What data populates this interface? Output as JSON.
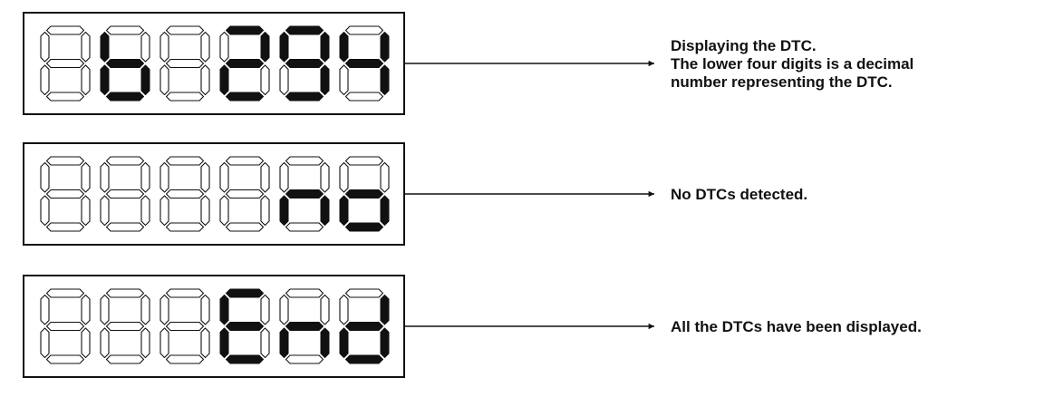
{
  "colors": {
    "segment_on": "#111111",
    "segment_off": "#ffffff",
    "outline": "#111111",
    "background": "#ffffff"
  },
  "displays": [
    {
      "id": "dtc-display",
      "digits": [
        {
          "on": []
        },
        {
          "on": [
            "c",
            "d",
            "e",
            "f",
            "g"
          ]
        },
        {
          "on": []
        },
        {
          "on": [
            "a",
            "b",
            "g",
            "e",
            "d"
          ]
        },
        {
          "on": [
            "a",
            "b",
            "c",
            "d",
            "f",
            "g"
          ]
        },
        {
          "on": [
            "b",
            "c",
            "f",
            "g"
          ]
        }
      ],
      "caption": [
        "Displaying the DTC.",
        "The lower four digits is a decimal",
        "number representing the DTC."
      ]
    },
    {
      "id": "no-dtc-display",
      "digits": [
        {
          "on": []
        },
        {
          "on": []
        },
        {
          "on": []
        },
        {
          "on": []
        },
        {
          "on": [
            "c",
            "e",
            "g"
          ]
        },
        {
          "on": [
            "c",
            "d",
            "e",
            "g"
          ]
        }
      ],
      "caption": [
        "No DTCs detected."
      ]
    },
    {
      "id": "end-display",
      "digits": [
        {
          "on": []
        },
        {
          "on": []
        },
        {
          "on": []
        },
        {
          "on": [
            "a",
            "d",
            "e",
            "f",
            "g"
          ]
        },
        {
          "on": [
            "c",
            "e",
            "g"
          ]
        },
        {
          "on": [
            "b",
            "c",
            "d",
            "e",
            "g"
          ]
        }
      ],
      "caption": [
        "All the DTCs have been displayed."
      ]
    }
  ]
}
